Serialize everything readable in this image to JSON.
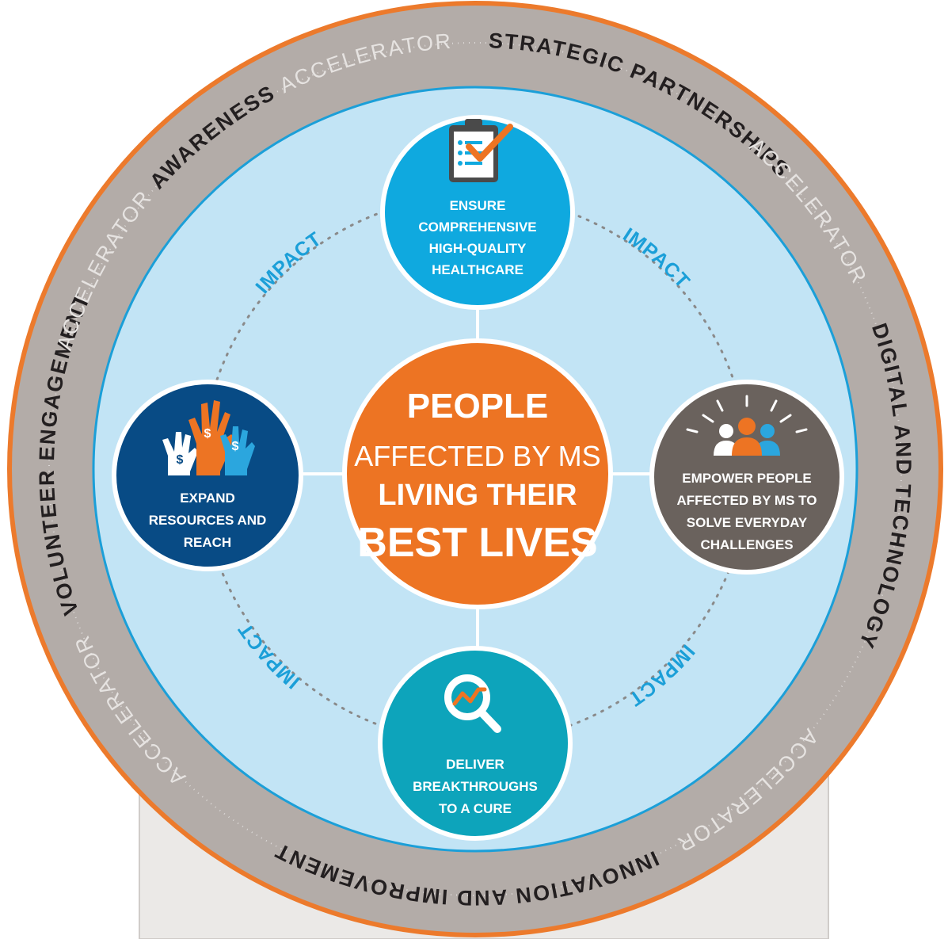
{
  "colors": {
    "outer_ring": "#b3aca8",
    "outer_border": "#ec7a2c",
    "inner_field": "#c2e4f5",
    "center": "#ed7423",
    "node_top": "#0fa9df",
    "node_left": "#084b85",
    "node_right": "#6a625d",
    "node_bottom": "#0da4bb",
    "impact_text": "#1b9fd8",
    "base_panel": "#ebe9e7"
  },
  "center": {
    "line1": "PEOPLE",
    "line2": "AFFECTED BY MS",
    "line3": "LIVING THEIR",
    "line4": "BEST LIVES"
  },
  "nodes": {
    "top": {
      "icon": "clipboard-check-icon",
      "lines": [
        "ENSURE",
        "COMPREHENSIVE",
        "HIGH-QUALITY",
        "HEALTHCARE"
      ]
    },
    "left": {
      "icon": "raised-hands-dollar-icon",
      "lines": [
        "EXPAND",
        "RESOURCES AND",
        "REACH"
      ]
    },
    "right": {
      "icon": "people-group-icon",
      "lines": [
        "EMPOWER PEOPLE",
        "AFFECTED BY MS TO",
        "SOLVE EVERYDAY",
        "CHALLENGES"
      ]
    },
    "bottom": {
      "icon": "magnifier-trend-icon",
      "lines": [
        "DELIVER",
        "BREAKTHROUGHS",
        "TO A CURE"
      ]
    }
  },
  "impact_label": "IMPACT",
  "ring_labels": {
    "strategic_partnerships": "STRATEGIC PARTNERSHIPS",
    "digital_and_technology": "DIGITAL AND TECHNOLOGY",
    "innovation_and_improvement": "INNOVATION AND IMPROVEMENT",
    "volunteer_engagement": "VOLUNTEER ENGAGEMENT",
    "awareness": "AWARENESS",
    "accelerator": "ACCELERATOR"
  }
}
